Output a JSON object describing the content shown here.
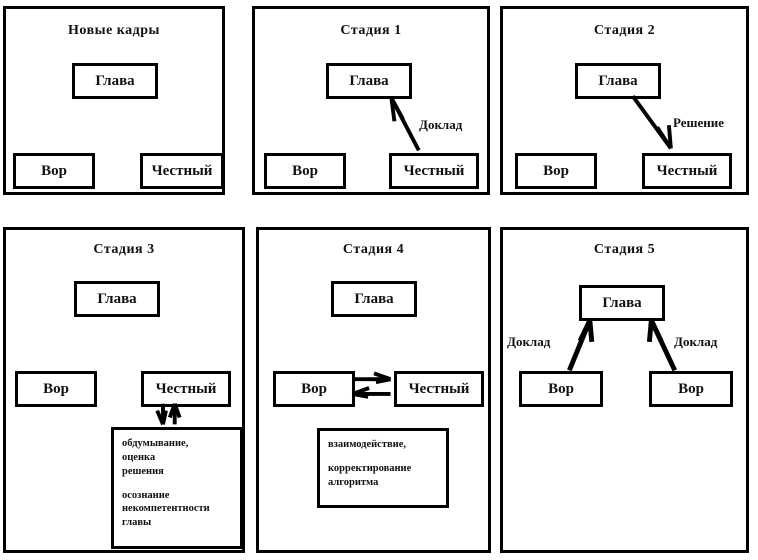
{
  "diagram": {
    "title_row": [
      "Новые кадры",
      "Стадия 1",
      "Стадия 2",
      "Стадия 3",
      "Стадия 4",
      "Стадия 5"
    ],
    "labels": {
      "head": "Глава",
      "thief": "Вор",
      "honest": "Честный",
      "report": "Доклад",
      "decision": "Решение"
    },
    "panels": [
      {
        "id": "panel-new-staff",
        "title": "Новые кадры",
        "nodes": [
          {
            "name": "head",
            "label": "Глава"
          },
          {
            "name": "thief",
            "label": "Вор"
          },
          {
            "name": "honest",
            "label": "Честный"
          }
        ],
        "edges": [],
        "notes": []
      },
      {
        "id": "panel-stage-1",
        "title": "Стадия 1",
        "nodes": [
          {
            "name": "head",
            "label": "Глава"
          },
          {
            "name": "thief",
            "label": "Вор"
          },
          {
            "name": "honest",
            "label": "Честный"
          }
        ],
        "edges": [
          {
            "from": "honest",
            "to": "head",
            "label": "Доклад",
            "direction": "up"
          }
        ],
        "notes": []
      },
      {
        "id": "panel-stage-2",
        "title": "Стадия 2",
        "nodes": [
          {
            "name": "head",
            "label": "Глава"
          },
          {
            "name": "thief",
            "label": "Вор"
          },
          {
            "name": "honest",
            "label": "Честный"
          }
        ],
        "edges": [
          {
            "from": "head",
            "to": "honest",
            "label": "Решение",
            "direction": "down"
          }
        ],
        "notes": []
      },
      {
        "id": "panel-stage-3",
        "title": "Стадия 3",
        "nodes": [
          {
            "name": "head",
            "label": "Глава"
          },
          {
            "name": "thief",
            "label": "Вор"
          },
          {
            "name": "honest",
            "label": "Честный"
          }
        ],
        "edges": [
          {
            "from": "honest",
            "to": "note",
            "label": "",
            "direction": "bidirectional-vertical"
          }
        ],
        "notes": [
          {
            "name": "reflection-note",
            "paragraphs": [
              "обдумывание,\nоценка\nрешения",
              "осознание\nнекомпетентности\nглавы"
            ],
            "lines_p1": [
              "обдумывание,",
              "оценка",
              "решения"
            ],
            "lines_p2": [
              "осознание",
              "некомпетентности",
              "главы"
            ]
          }
        ]
      },
      {
        "id": "panel-stage-4",
        "title": "Стадия 4",
        "nodes": [
          {
            "name": "head",
            "label": "Глава"
          },
          {
            "name": "thief",
            "label": "Вор"
          },
          {
            "name": "honest",
            "label": "Честный"
          }
        ],
        "edges": [
          {
            "from": "thief",
            "to": "honest",
            "label": "",
            "direction": "bidirectional-horizontal"
          }
        ],
        "notes": [
          {
            "name": "interaction-note",
            "lines_p1": [
              "взаимодействие,"
            ],
            "lines_p2": [
              "корректирование",
              "алгоритма"
            ]
          }
        ]
      },
      {
        "id": "panel-stage-5",
        "title": "Стадия 5",
        "nodes": [
          {
            "name": "head",
            "label": "Глава"
          },
          {
            "name": "thief-left",
            "label": "Вор"
          },
          {
            "name": "thief-right",
            "label": "Вор"
          }
        ],
        "edges": [
          {
            "from": "thief-left",
            "to": "head",
            "label": "Доклад",
            "direction": "up"
          },
          {
            "from": "thief-right",
            "to": "head",
            "label": "Доклад",
            "direction": "up"
          }
        ],
        "notes": []
      }
    ],
    "colors": {
      "ink": "#000000",
      "background": "#ffffff",
      "text": "#111111"
    }
  }
}
